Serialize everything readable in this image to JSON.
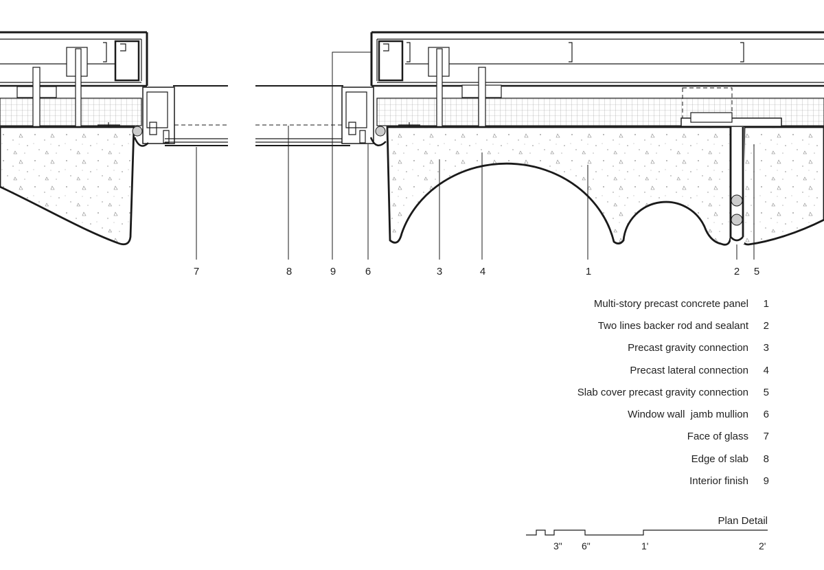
{
  "callouts": [
    {
      "num": "7"
    },
    {
      "num": "8"
    },
    {
      "num": "9"
    },
    {
      "num": "6"
    },
    {
      "num": "3"
    },
    {
      "num": "4"
    },
    {
      "num": "1"
    },
    {
      "num": "2"
    },
    {
      "num": "5"
    }
  ],
  "legend": [
    {
      "label": "Multi-story precast concrete panel",
      "num": "1"
    },
    {
      "label": "Two lines backer rod and sealant",
      "num": "2"
    },
    {
      "label": "Precast gravity connection",
      "num": "3"
    },
    {
      "label": "Precast lateral connection",
      "num": "4"
    },
    {
      "label": "Slab cover precast gravity connection",
      "num": "5"
    },
    {
      "label": "Window wall  jamb mullion",
      "num": "6"
    },
    {
      "label": "Face of glass",
      "num": "7"
    },
    {
      "label": "Edge of slab",
      "num": "8"
    },
    {
      "label": "Interior finish",
      "num": "9"
    }
  ],
  "plan_title": "Plan Detail",
  "scale_bar": {
    "labels": [
      "3\"",
      "6\"",
      "1'",
      "2'"
    ]
  },
  "colors": {
    "line": "#1a1a1a",
    "concrete_speckle": "#888888",
    "grid": "#9a9a9a"
  }
}
